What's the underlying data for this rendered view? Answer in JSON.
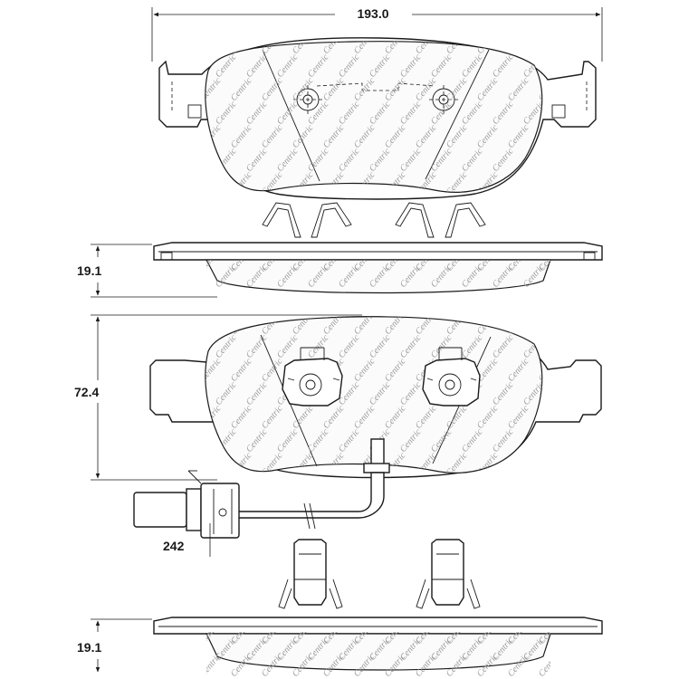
{
  "dimensions": {
    "width": "193.0",
    "thickness_top": "19.1",
    "height": "72.4",
    "sensor_length": "242",
    "thickness_bottom": "19.1"
  },
  "watermark": {
    "text": "Centric"
  },
  "colors": {
    "line": "#1a1a1a",
    "watermark": "#9a9a9a",
    "background": "#ffffff"
  }
}
